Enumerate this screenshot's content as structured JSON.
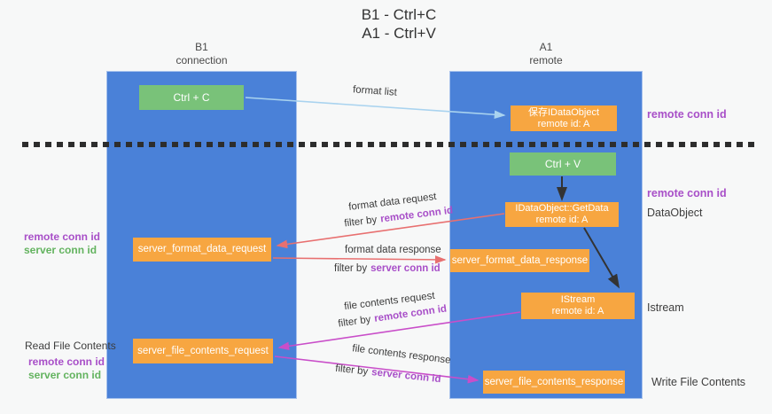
{
  "title": {
    "line1": "B1 - Ctrl+C",
    "line2": "A1 - Ctrl+V"
  },
  "columns": {
    "left": {
      "name": "B1",
      "role": "connection"
    },
    "right": {
      "name": "A1",
      "role": "remote"
    }
  },
  "boxes": {
    "ctrl_c": "Ctrl + C",
    "ctrl_v": "Ctrl + V",
    "save_idataobject": {
      "line1": "保存IDataObject",
      "line2": "remote id: A"
    },
    "getdata": {
      "line1": "IDataObject::GetData",
      "line2": "remote id: A"
    },
    "istream": {
      "line1": "IStream",
      "line2": "remote id: A"
    },
    "format_request": "server_format_data_request",
    "format_response": "server_format_data_response",
    "file_request": "server_file_contents_request",
    "file_response": "server_file_contents_response"
  },
  "flow_labels": {
    "format_list": "format list",
    "filter_by": "filter by",
    "remote_conn_id": "remote conn id",
    "server_conn_id": "server conn id",
    "format_data_request": "format data request",
    "format_data_response": "format data response",
    "file_contents_request": "file contents request",
    "file_contents_response": "file contents response"
  },
  "side_labels": {
    "remote_conn_id_top": "remote conn id",
    "remote_conn_id_mid": "remote conn id",
    "dataobject": "DataObject",
    "istream": "Istream",
    "write_file_contents": "Write File Contents",
    "read_file_contents": "Read File Contents",
    "legend_remote_conn_id": "remote conn id",
    "legend_server_conn_id": "server conn id",
    "legend2_remote_conn_id": "remote conn id",
    "legend2_server_conn_id": "server conn id"
  },
  "colors": {
    "lifeline_blue": "#4a81d8",
    "box_orange": "#f7a641",
    "box_green": "#79c279",
    "arrow_blue": "#a9d3ef",
    "arrow_red": "#e87070",
    "arrow_magenta": "#c94ec9",
    "arrow_black": "#333333",
    "text_purple": "#a84fc8",
    "text_green": "#63b35f"
  }
}
